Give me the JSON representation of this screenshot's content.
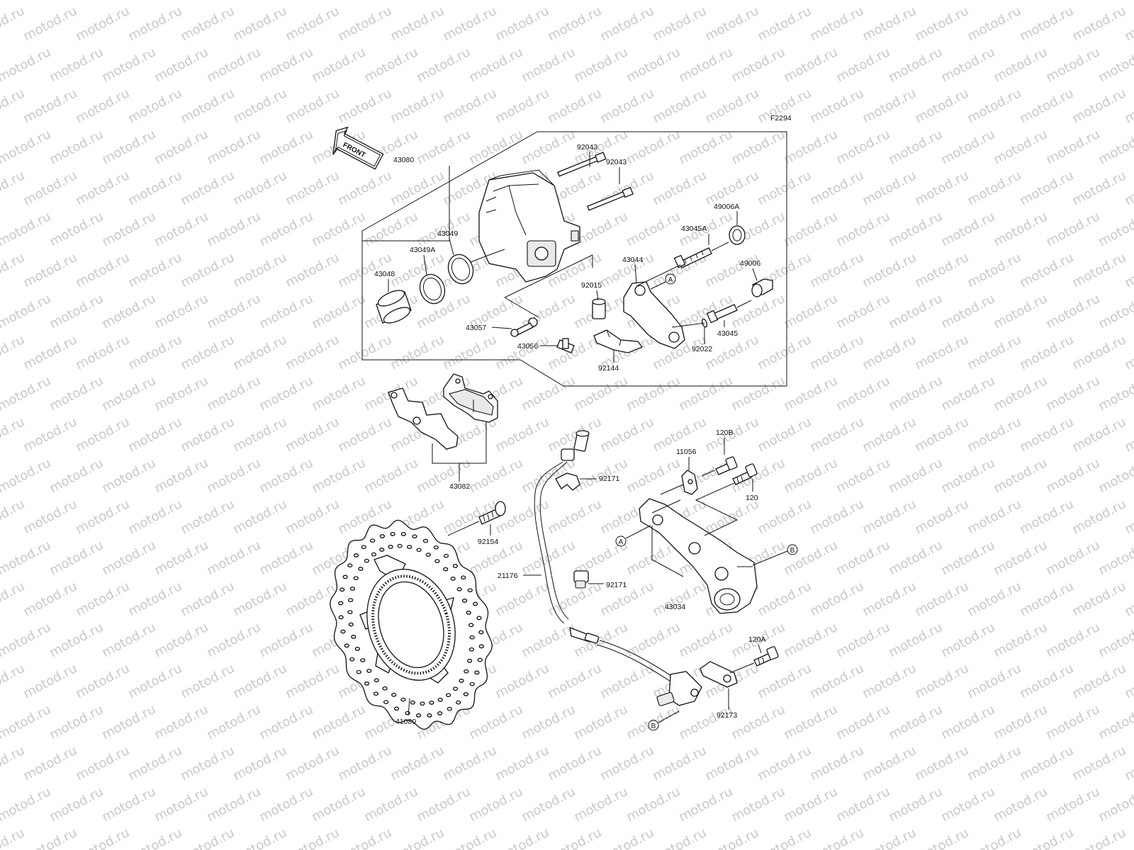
{
  "watermark": "motod.ru",
  "figure_code": "F2294",
  "front_label": "FRONT",
  "callouts": [
    {
      "id": "p43080",
      "text": "43080"
    },
    {
      "id": "p92043a",
      "text": "92043"
    },
    {
      "id": "p92043b",
      "text": "92043"
    },
    {
      "id": "p49006A",
      "text": "49006A"
    },
    {
      "id": "p43045A",
      "text": "43045A"
    },
    {
      "id": "p43049",
      "text": "43049"
    },
    {
      "id": "p43049A",
      "text": "43049A"
    },
    {
      "id": "p43044",
      "text": "43044"
    },
    {
      "id": "p49006",
      "text": "49006"
    },
    {
      "id": "p43048",
      "text": "43048"
    },
    {
      "id": "p92015",
      "text": "92015"
    },
    {
      "id": "p43057",
      "text": "43057"
    },
    {
      "id": "p43045",
      "text": "43045"
    },
    {
      "id": "p43056",
      "text": "43056"
    },
    {
      "id": "p92022",
      "text": "92022"
    },
    {
      "id": "p92144",
      "text": "92144"
    },
    {
      "id": "p43082",
      "text": "43082"
    },
    {
      "id": "p120B",
      "text": "120B"
    },
    {
      "id": "p11056",
      "text": "11056"
    },
    {
      "id": "p92171a",
      "text": "92171"
    },
    {
      "id": "p120",
      "text": "120"
    },
    {
      "id": "p92154",
      "text": "92154"
    },
    {
      "id": "p21176",
      "text": "21176"
    },
    {
      "id": "p92171b",
      "text": "92171"
    },
    {
      "id": "p43034",
      "text": "43034"
    },
    {
      "id": "p120A",
      "text": "120A"
    },
    {
      "id": "p92173",
      "text": "92173"
    },
    {
      "id": "p41080",
      "text": "41080"
    }
  ],
  "refs": [
    {
      "id": "refA1",
      "text": "A"
    },
    {
      "id": "refA2",
      "text": "A"
    },
    {
      "id": "refB1",
      "text": "B"
    },
    {
      "id": "refB2",
      "text": "B"
    }
  ]
}
